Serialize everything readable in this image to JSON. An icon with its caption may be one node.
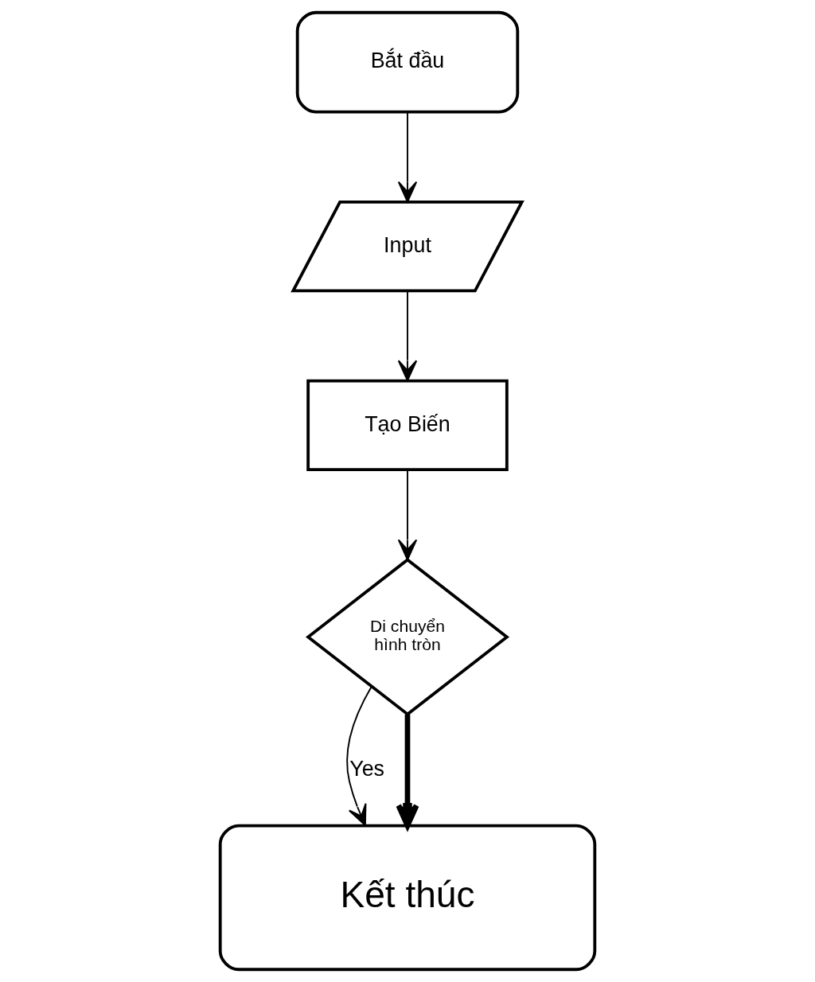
{
  "diagram": {
    "nodes": [
      {
        "text": [
          "Bắt đầu"
        ]
      },
      {
        "text": [
          "Input"
        ]
      },
      {
        "text": [
          "Tạo Biến"
        ]
      },
      {
        "text": [
          "Di chuyển hình tròn"
        ]
      },
      {
        "text": [
          "Kết thúc"
        ]
      }
    ],
    "edges": [
      {
        "from": 0,
        "to": 1,
        "arrow": "to"
      },
      {
        "from": 1,
        "to": 2,
        "arrow": "to"
      },
      {
        "from": 2,
        "to": 3,
        "arrow": "to"
      },
      {
        "from": 3,
        "to": 4,
        "arrow": "to",
        "label": "Yes"
      },
      {
        "from": 3,
        "to": 4,
        "arrow": "to",
        "style": "thick"
      }
    ]
  }
}
